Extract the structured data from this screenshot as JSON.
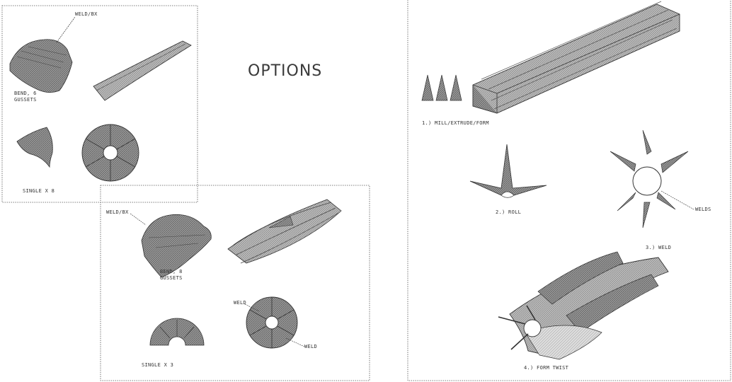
{
  "title": "OPTIONS",
  "panel_a": {
    "weld_callout": "WELD/BX",
    "bend_text_line1": "BEND, 6",
    "bend_text_line2": "GUSSETS",
    "caption": "SINGLE X 8"
  },
  "panel_b": {
    "weld_callout": "WELD/BX",
    "bend_text_line1": "BEND, 8",
    "bend_text_line2": "GUSSETS",
    "caption": "SINGLE X 3",
    "weld_label_top": "WELD",
    "weld_label_bottom": "WELD"
  },
  "right_panel": {
    "step1": "1.) MILL/EXTRUDE/FORM",
    "step2": "2.) ROLL",
    "step3": "3.) WELD",
    "step3_callout": "WELDS",
    "step4": "4.) FORM TWIST"
  },
  "colors": {
    "ink": "#333333",
    "fill_dark": "#8a8a8a",
    "fill_mid": "#b4b4b4",
    "fill_light": "#d4d4d4"
  }
}
